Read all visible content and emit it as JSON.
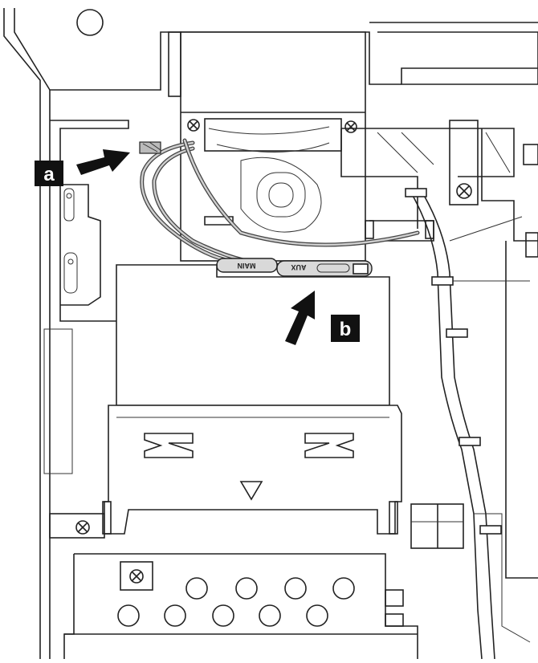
{
  "callouts": {
    "a": "a",
    "b": "b"
  },
  "cable_labels": {
    "main": "MAIN",
    "aux": "AUX"
  },
  "colors": {
    "line": "#222222",
    "callout": "#111111",
    "cable": "#444444"
  }
}
